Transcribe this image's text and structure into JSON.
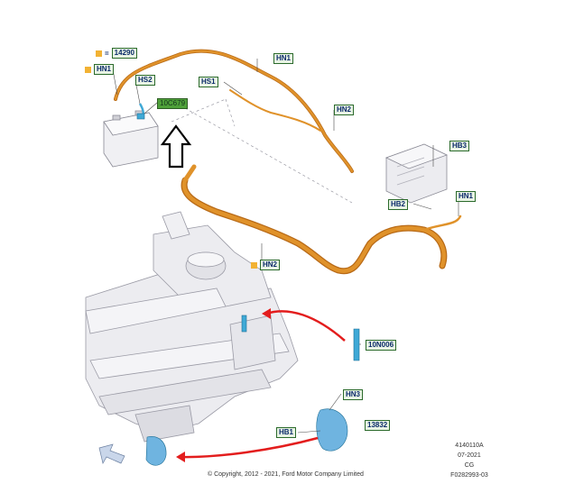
{
  "labels": {
    "part_14290": "14290",
    "hn1_top": "HN1",
    "hs2": "HS2",
    "part_10c679": "10C679",
    "hs1": "HS1",
    "hn1_mid": "HN1",
    "hn2_upper": "HN2",
    "hb3": "HB3",
    "hb2": "HB2",
    "hn1_right": "HN1",
    "hn2_lower": "HN2",
    "part_10n006": "10N006",
    "hn3": "HN3",
    "part_13832": "13832",
    "hb1": "HB1"
  },
  "legend_eq": "=",
  "footer": {
    "copyright": "© Copyright, 2012 - 2021, Ford Motor Company Limited",
    "ref_code": "4140110A",
    "ref_date": "07-2021",
    "ref_cg": "CG",
    "ref_fig": "F0282993-03"
  },
  "colors": {
    "harness": "#e0922a",
    "harness_dark": "#b86a17",
    "connector": "#3fa9d6",
    "tag_fill": "#e8f4e4",
    "tag_border": "#2b6a2b",
    "highlight_part": "#4fa13a",
    "arrow_red": "#e31d1d",
    "frame": "#d9d9de"
  }
}
